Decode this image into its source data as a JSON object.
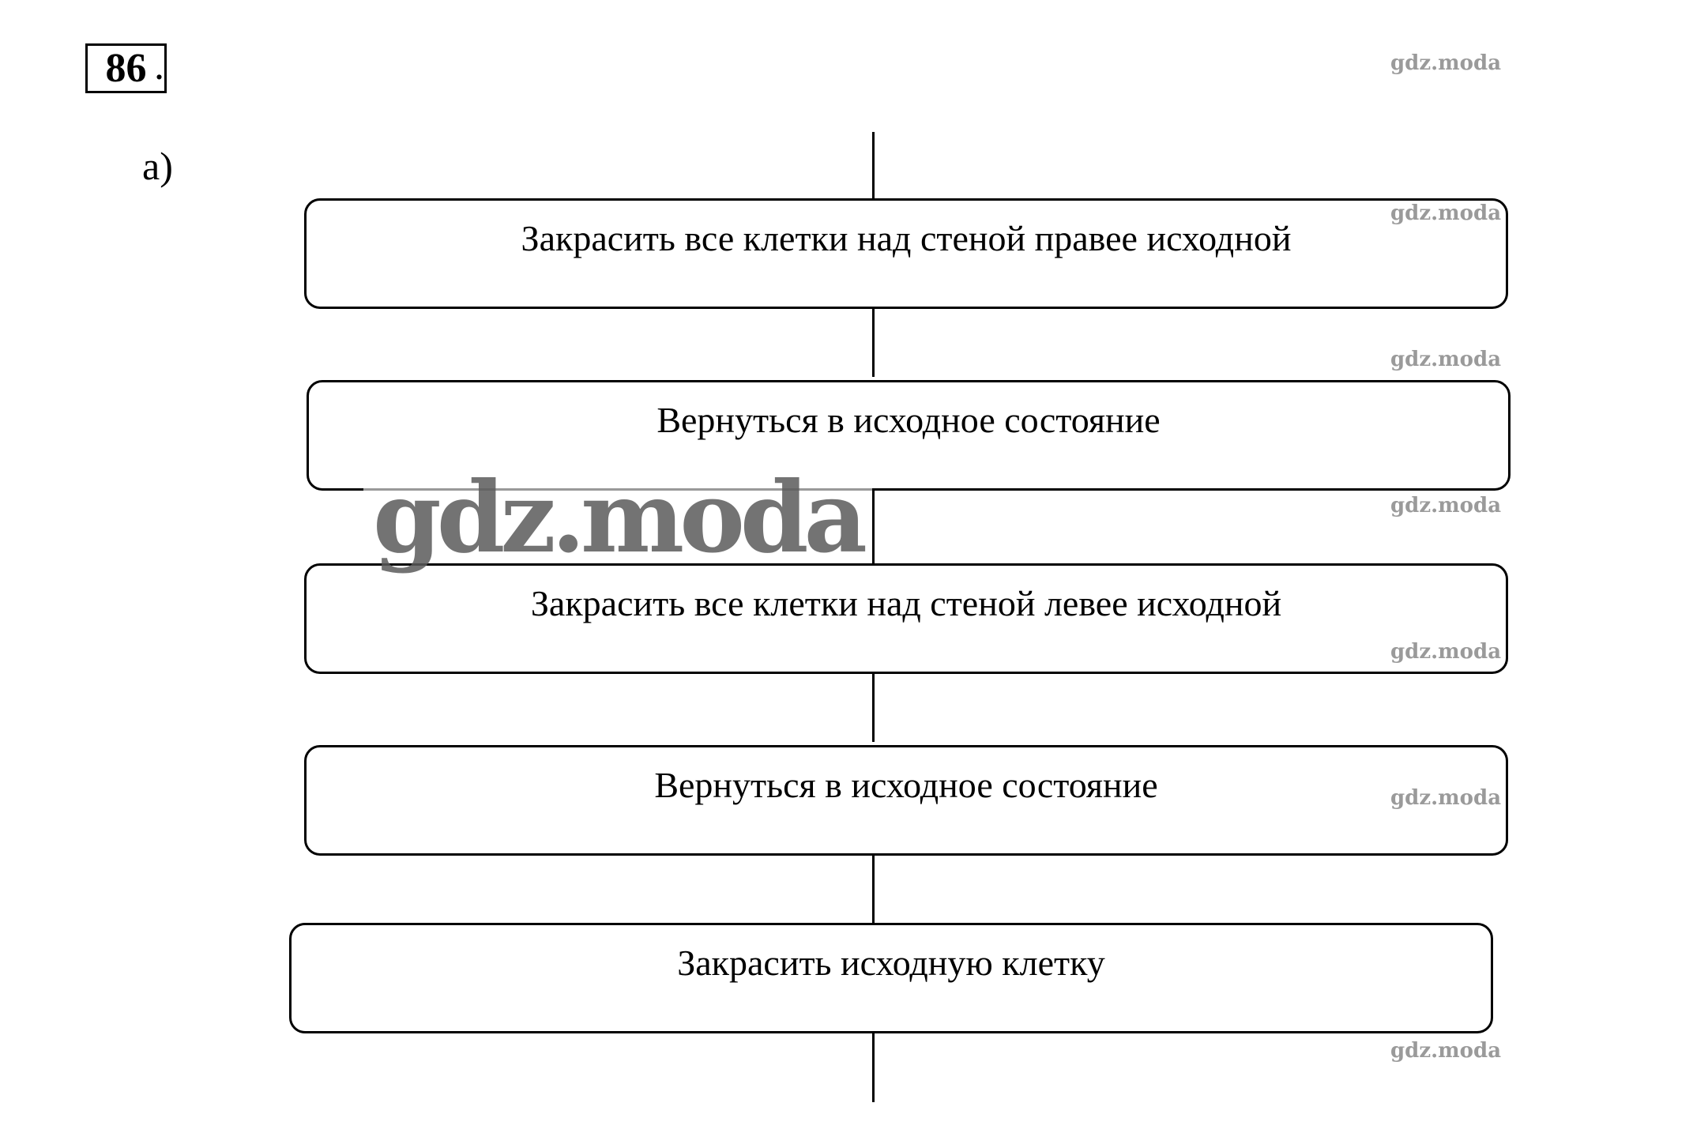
{
  "header": {
    "task_number": "86",
    "task_dot": ".",
    "part_label": "а)"
  },
  "flowchart": {
    "steps": [
      {
        "label": "Закрасить все клетки над стеной правее исходной"
      },
      {
        "label": "Вернуться в исходное состояние"
      },
      {
        "label": "Закрасить все клетки над стеной левее исходной"
      },
      {
        "label": "Вернуться в исходное состояние"
      },
      {
        "label": "Закрасить исходную клетку"
      }
    ]
  },
  "watermarks": {
    "small": "gdz.moda",
    "big": "gdz.moda"
  }
}
